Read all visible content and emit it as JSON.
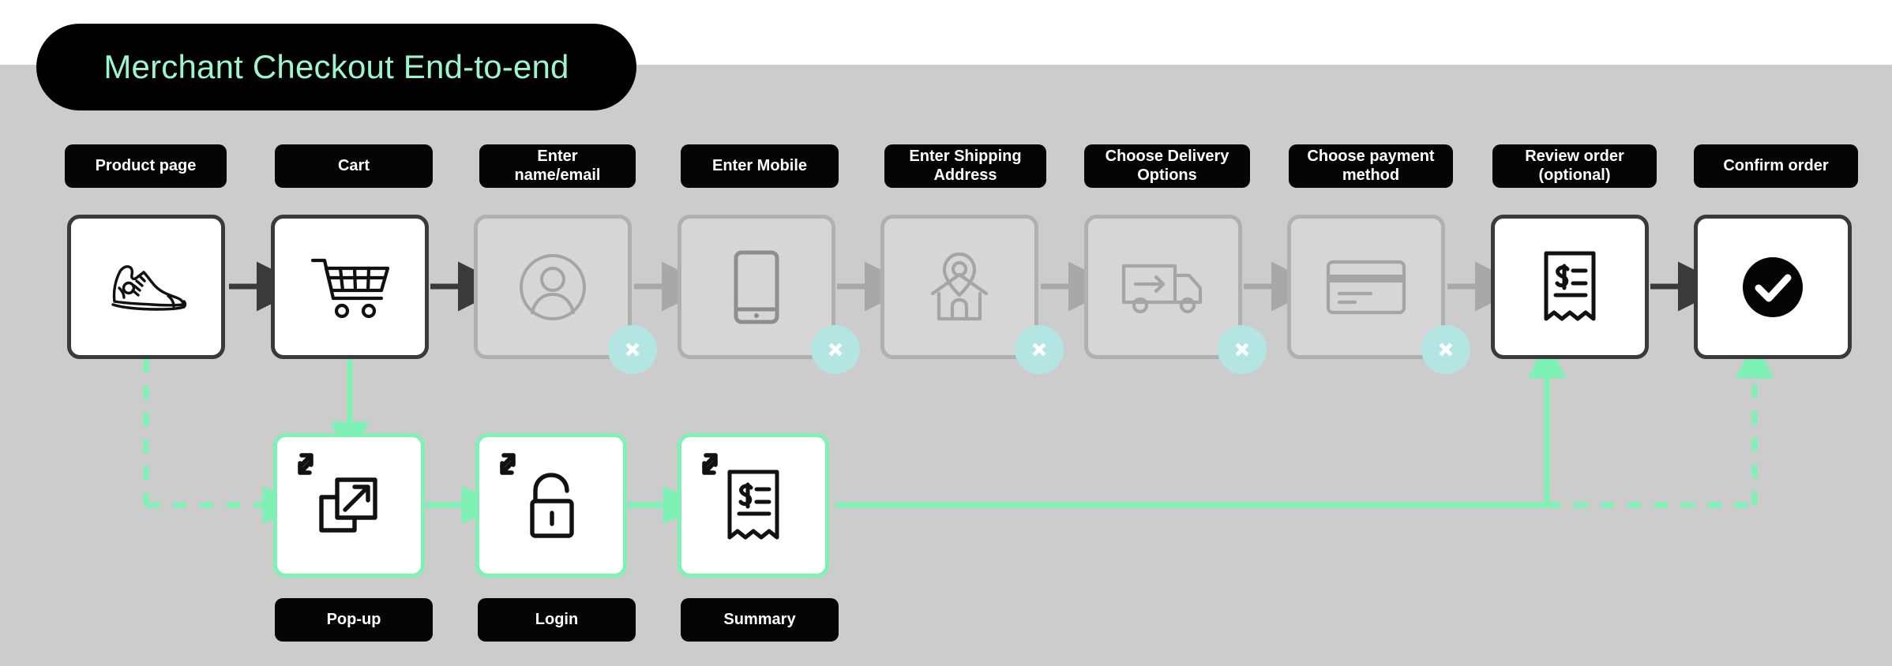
{
  "page": {
    "title": "Merchant Checkout End-to-end",
    "background": "#cccccc",
    "canvas_top_band": "#ffffff",
    "accent_green": "#7df2b4",
    "accent_title_text": "#9df5cd",
    "chip_bg": "#050505",
    "chip_text": "#ffffff",
    "x_badge_bg": "#b3e6e2",
    "active_border": "#3a3a3a",
    "inactive_border": "#b0b0b0",
    "inactive_fill": "#d6d6d6"
  },
  "main_flow": {
    "steps": [
      {
        "id": "product-page",
        "label": "Product page",
        "icon": "sneaker-icon",
        "state": "active",
        "skipped": false
      },
      {
        "id": "cart",
        "label": "Cart",
        "icon": "shopping-cart-icon",
        "state": "active",
        "skipped": false
      },
      {
        "id": "enter-name-email",
        "label": "Enter\nname/email",
        "icon": "user-circle-icon",
        "state": "inactive",
        "skipped": true
      },
      {
        "id": "enter-mobile",
        "label": "Enter Mobile",
        "icon": "mobile-phone-icon",
        "state": "inactive",
        "skipped": true
      },
      {
        "id": "shipping-address",
        "label": "Enter Shipping\nAddress",
        "icon": "home-pin-icon",
        "state": "inactive",
        "skipped": true
      },
      {
        "id": "delivery-options",
        "label": "Choose Delivery\nOptions",
        "icon": "delivery-truck-icon",
        "state": "inactive",
        "skipped": true
      },
      {
        "id": "payment-method",
        "label": "Choose payment\nmethod",
        "icon": "credit-card-icon",
        "state": "inactive",
        "skipped": true
      },
      {
        "id": "review-order",
        "label": "Review order\n(optional)",
        "icon": "receipt-icon",
        "state": "active",
        "skipped": false
      },
      {
        "id": "confirm-order",
        "label": "Confirm order",
        "icon": "check-circle-icon",
        "state": "active",
        "skipped": false
      }
    ],
    "skip_badge_glyph": "x-mark"
  },
  "secondary_flow": {
    "steps": [
      {
        "id": "pop-up",
        "label": "Pop-up",
        "icon": "external-window-icon",
        "badge": "link-arrows-icon"
      },
      {
        "id": "login",
        "label": "Login",
        "icon": "unlocked-padlock-icon",
        "badge": "link-arrows-icon"
      },
      {
        "id": "summary",
        "label": "Summary",
        "icon": "receipt-icon",
        "badge": "link-arrows-icon"
      }
    ]
  },
  "connectors": {
    "main_solid_arrow": "arrow-right",
    "skipped_grey_arrow": "arrow-right-muted",
    "branch_style_dashed": "dashed",
    "branch_style_solid": "solid"
  }
}
